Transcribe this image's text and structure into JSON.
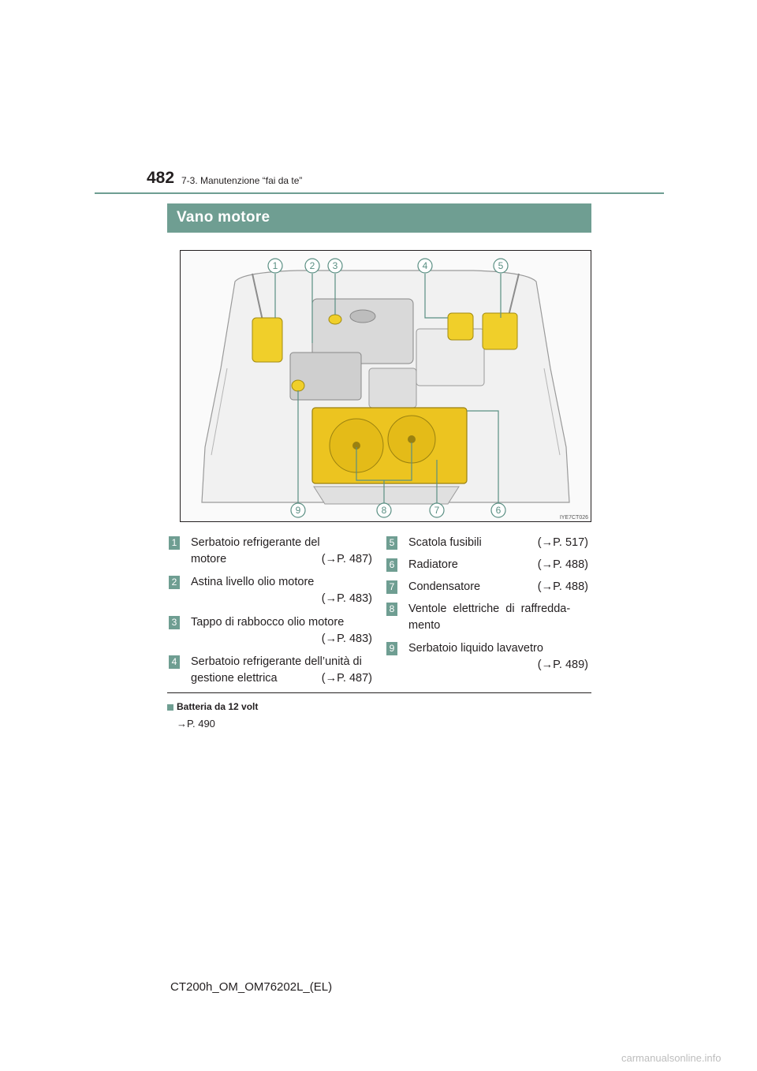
{
  "header": {
    "page_number": "482",
    "section": "7-3. Manutenzione “fai da te”"
  },
  "title": "Vano motore",
  "figure": {
    "code": "IYE7CT026",
    "callouts_top": [
      "1",
      "2",
      "3",
      "4",
      "5"
    ],
    "callouts_bottom": [
      "9",
      "8",
      "7",
      "6"
    ]
  },
  "items": [
    {
      "num": "1",
      "label": "Serbatoio refrigerante del",
      "label2": "motore",
      "ref": "(→P. 487)"
    },
    {
      "num": "2",
      "label": "Astina livello olio motore",
      "ref": "(→P. 483)"
    },
    {
      "num": "3",
      "label": "Tappo di rabbocco olio motore",
      "ref": "(→P. 483)"
    },
    {
      "num": "4",
      "label": "Serbatoio refrigerante dell’unità di",
      "label2": "gestione elettrica",
      "ref": "(→P. 487)"
    },
    {
      "num": "5",
      "label": "Scatola fusibili",
      "ref": "(→P. 517)"
    },
    {
      "num": "6",
      "label": "Radiatore",
      "ref": "(→P. 488)"
    },
    {
      "num": "7",
      "label": "Condensatore",
      "ref": "(→P. 488)"
    },
    {
      "num": "8",
      "label": "Ventole elettriche di raffredda-",
      "label2": "mento"
    },
    {
      "num": "9",
      "label": "Serbatoio liquido lavavetro",
      "ref": "(→P. 489)"
    }
  ],
  "note": {
    "title": "Batteria da 12 volt",
    "ref": "→P. 490"
  },
  "footer": {
    "doc_code": "CT200h_OM_OM76202L_(EL)",
    "watermark": "carmanualsonline.info"
  }
}
